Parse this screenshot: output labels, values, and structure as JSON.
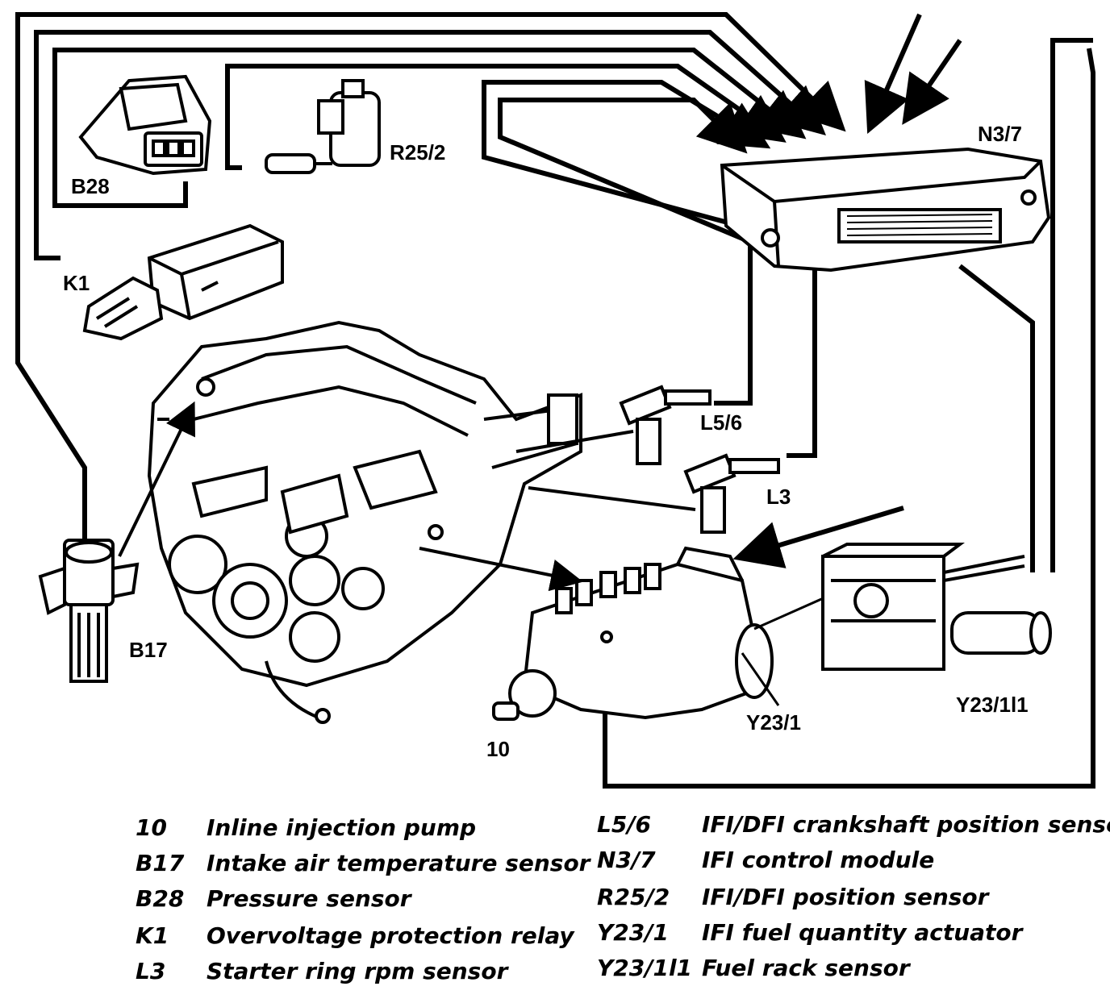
{
  "components": {
    "n3_7": "N3/7",
    "r25_2": "R25/2",
    "b28": "B28",
    "k1": "K1",
    "l5_6": "L5/6",
    "l3": "L3",
    "b17": "B17",
    "y23_1": "Y23/1",
    "y23_1l1": "Y23/1l1",
    "pump": "10"
  },
  "legend_left": [
    {
      "code": "10",
      "desc": "Inline injection pump"
    },
    {
      "code": "B17",
      "desc": "Intake air temperature sensor"
    },
    {
      "code": "B28",
      "desc": "Pressure sensor"
    },
    {
      "code": "K1",
      "desc": "Overvoltage protection relay"
    },
    {
      "code": "L3",
      "desc": "Starter ring rpm sensor"
    }
  ],
  "legend_right": [
    {
      "code": "L5/6",
      "desc": "IFI/DFI crankshaft position sensor"
    },
    {
      "code": "N3/7",
      "desc": "IFI control module"
    },
    {
      "code": "R25/2",
      "desc": "IFI/DFI position sensor"
    },
    {
      "code": "Y23/1",
      "desc": "IFI fuel quantity actuator"
    },
    {
      "code": "Y23/1l1",
      "desc": "Fuel rack sensor"
    }
  ],
  "colors": {
    "ink": "#000000",
    "paper": "#ffffff"
  }
}
